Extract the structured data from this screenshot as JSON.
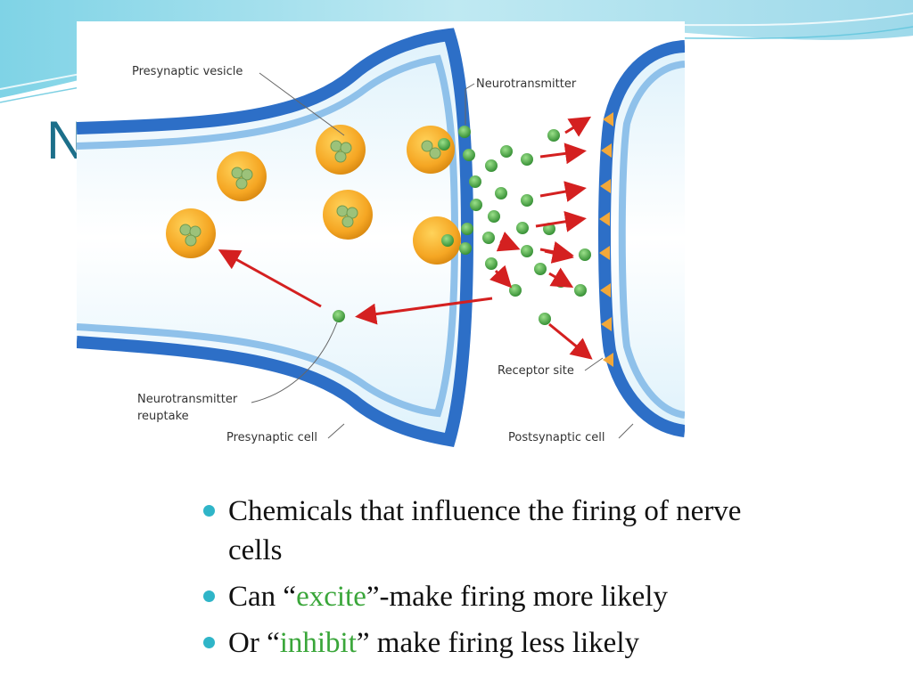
{
  "slide": {
    "title_fragment": "N"
  },
  "diagram": {
    "labels": {
      "presynaptic_vesicle": "Presynaptic vesicle",
      "neurotransmitter": "Neurotransmitter",
      "receptor_site": "Receptor site",
      "reuptake_line1": "Neurotransmitter",
      "reuptake_line2": "reuptake",
      "presynaptic_cell": "Presynaptic cell",
      "postsynaptic_cell": "Postsynaptic cell"
    }
  },
  "bullets": [
    {
      "parts": [
        "Chemicals that influence the firing of nerve cells"
      ]
    },
    {
      "before": "Can “",
      "highlight": "excite",
      "after": "”-make firing more likely"
    },
    {
      "before": "Or “",
      "highlight": "inhibit",
      "after": "” make firing less likely"
    }
  ],
  "colors": {
    "accent_teal": "#2fb5c8",
    "highlight_green": "#3aa63a",
    "title_color": "#1c6f8a"
  }
}
